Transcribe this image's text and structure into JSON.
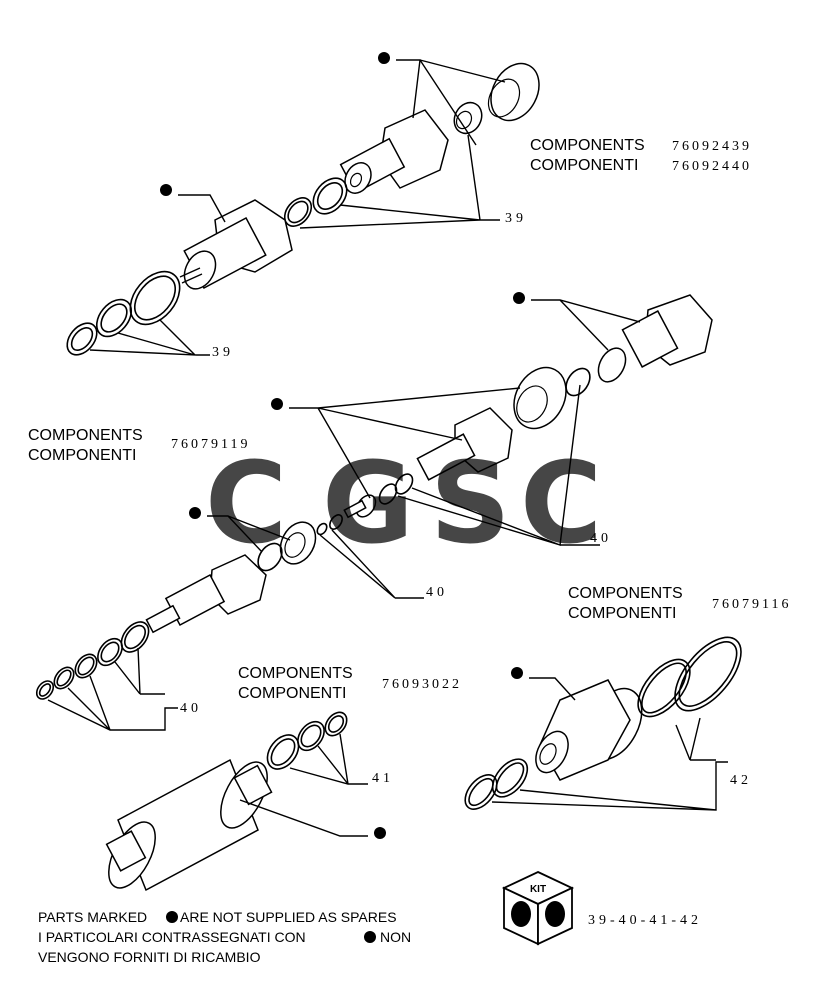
{
  "groups": [
    {
      "heading_en": "COMPONENTS",
      "heading_it": "COMPONENTI",
      "code_a": "76092439",
      "code_b": "76092440"
    },
    {
      "heading_en": "COMPONENTS",
      "heading_it": "COMPONENTI",
      "code": "76079119"
    },
    {
      "heading_en": "COMPONENTS",
      "heading_it": "COMPONENTI",
      "code": "76079116"
    },
    {
      "heading_en": "COMPONENTS",
      "heading_it": "COMPONENTI",
      "code": "76093022"
    }
  ],
  "refs": {
    "r39a": "39",
    "r39b": "39",
    "r40a": "40",
    "r40b": "40",
    "r40c": "40",
    "r41": "41",
    "r42": "42"
  },
  "footnote": {
    "line1_start": "PARTS MARKED",
    "line1_end": "ARE NOT SUPPLIED AS SPARES",
    "line2_start": "I  PARTICOLARI  CONTRASSEGNATI  CON",
    "line2_end": "NON",
    "line3": "VENGONO FORNITI DI RICAMBIO"
  },
  "kit": {
    "label": "KIT",
    "refs": "39-40-41-42"
  },
  "watermark": {
    "text": "CGSC",
    "colors": [
      "#5b9cf5",
      "#ee6f66",
      "#f7cf4f",
      "#44b07a"
    ]
  }
}
